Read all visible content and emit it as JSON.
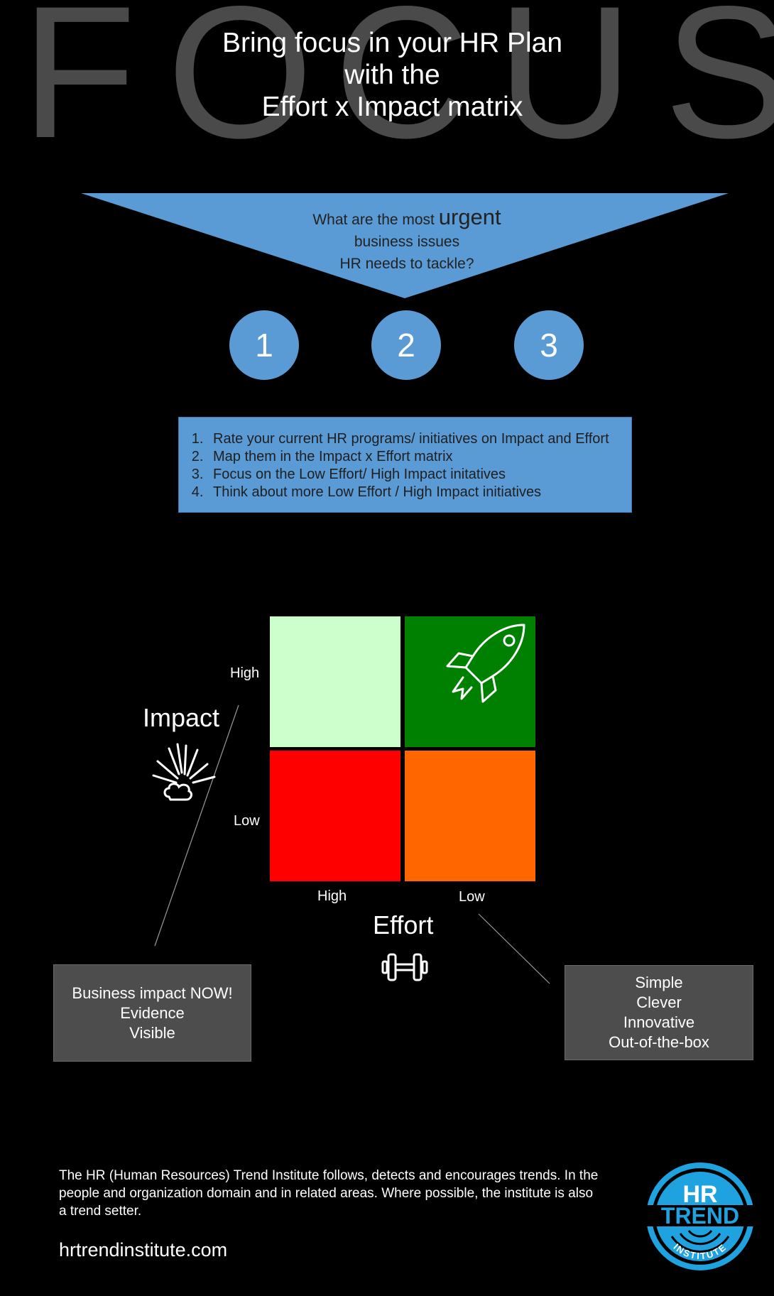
{
  "background_word": [
    "F",
    "O",
    "C",
    "U",
    "S"
  ],
  "title": {
    "line1": "Bring focus in your HR Plan",
    "line2": "with the",
    "line3": "Effort x Impact matrix"
  },
  "funnel": {
    "pre": "What are the most",
    "emphasis": "urgent",
    "line2": "business issues",
    "line3": "HR needs to tackle?"
  },
  "circles": [
    "1",
    "2",
    "3"
  ],
  "steps": [
    "Rate your current HR programs/ initiatives on Impact and Effort",
    "Map them in the Impact x Effort matrix",
    "Focus on the Low Effort/ High Impact initatives",
    "Think about more Low Effort / High Impact initiatives"
  ],
  "matrix": {
    "y_axis_title": "Impact",
    "x_axis_title": "Effort",
    "y_high": "High",
    "y_low": "Low",
    "x_high": "High",
    "x_low": "Low",
    "colors": {
      "top_left": "#ccffcc",
      "top_right": "#008000",
      "bottom_left": "#ff0000",
      "bottom_right": "#ff6600"
    },
    "icons": {
      "top_right": "rocket-icon",
      "impact": "impact-burst-icon",
      "effort": "dumbbell-icon"
    }
  },
  "notes": {
    "left": [
      "Business impact NOW!",
      "Evidence",
      "Visible"
    ],
    "right": [
      "Simple",
      "Clever",
      "Innovative",
      "Out-of-the-box"
    ]
  },
  "footer": {
    "about": "The HR (Human Resources) Trend Institute follows, detects and encourages trends. In the people and organization domain and in related areas. Where possible, the institute is also a trend setter.",
    "website": "hrtrendinstitute.com"
  },
  "logo": {
    "line1": "HR",
    "line2": "TREND",
    "ring_text": "INSTITUTE",
    "color": "#1fa3e0"
  },
  "accent_color": "#5b9bd5"
}
